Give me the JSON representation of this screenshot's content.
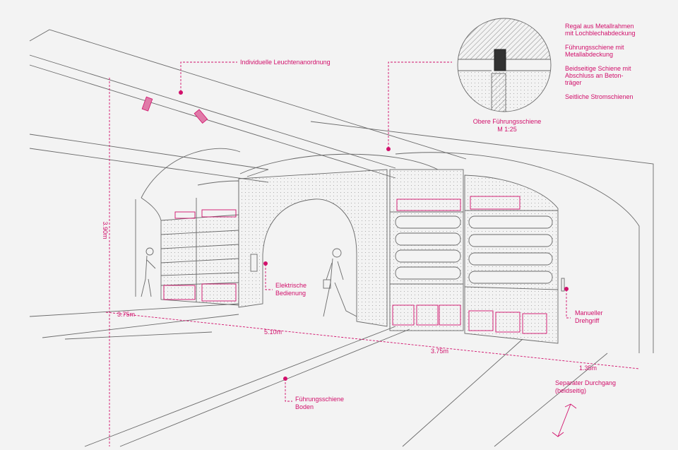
{
  "labels": {
    "lighting": "Individuelle Leuchtenanordnung",
    "detail_title_1": "Obere Führungsschiene",
    "detail_title_2": "M 1:25",
    "legend_1a": "Regal aus Metallrahmen",
    "legend_1b": "mit Lochblechabdeckung",
    "legend_2a": "Führungsschiene mit",
    "legend_2b": "Metallabdeckung",
    "legend_3a": "Beidseitige Schiene mit",
    "legend_3b": "Abschluss an Beton-",
    "legend_3c": "träger",
    "legend_4": "Seitliche Stromschienen",
    "electric_1": "Elektrische",
    "electric_2": "Bedienung",
    "manual_1": "Manueller",
    "manual_2": "Drehgriff",
    "floor_rail_1": "Führungsschiene",
    "floor_rail_2": "Boden",
    "passage_1": "Separater Durchgang",
    "passage_2": "(beidseitig)"
  },
  "dimensions": {
    "height": "3.90m",
    "d1": "3.75m",
    "d2": "5.10m",
    "d3": "3.75m",
    "d4": "1.35m"
  },
  "colors": {
    "accent": "#d1106b",
    "line": "#6a6a6a",
    "background": "#f3f3f3"
  },
  "icons": [
    "pink-marker-dot",
    "double-arrow-icon",
    "spotlight-icon",
    "person-figure"
  ]
}
